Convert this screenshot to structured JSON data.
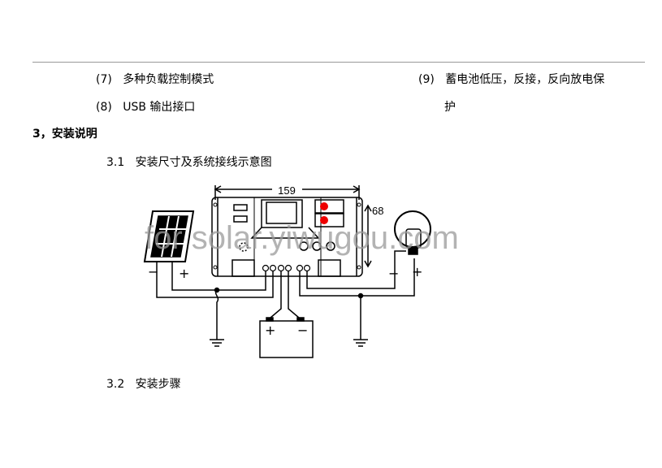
{
  "features": [
    {
      "num": "(7)",
      "text": "多种负载控制模式"
    },
    {
      "num": "(8)",
      "text": "USB 输出接口"
    },
    {
      "num": "(9)",
      "text": "蓄电池低压，反接，反向放电保",
      "cont": "护"
    }
  ],
  "section": {
    "heading": "3，安装说明"
  },
  "sub1": {
    "num": "3.1",
    "title": "安装尺寸及系统接线示意图"
  },
  "sub2": {
    "num": "3.2",
    "title": "安装步骤"
  },
  "diagram": {
    "width_label": "159",
    "height_label": "68",
    "plus": "+",
    "minus": "−",
    "watermark": "for solar.yiwugou.com"
  }
}
